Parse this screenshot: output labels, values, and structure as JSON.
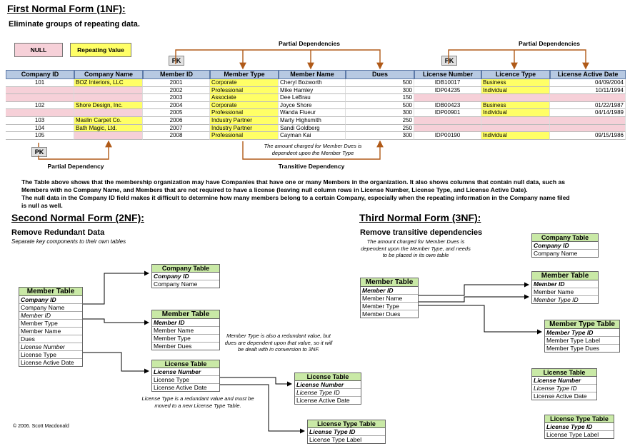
{
  "nf1": {
    "title": "First Normal Form (1NF):",
    "subtitle": "Eliminate groups of repeating data.",
    "legend_null": "NULL",
    "legend_repeating": "Repeating Value",
    "partial_deps_1": "Partial Dependencies",
    "partial_deps_2": "Partial Dependencies",
    "pk_1": "PK",
    "pk_2": "PK",
    "pk_3": "PK",
    "partial_dep": "Partial Dependency",
    "transitive_dep": "Transitive Dependency",
    "dues_note": "The amount charged for Member Dues is dependent upon the Member Type",
    "columns": [
      "Company ID",
      "Company Name",
      "Member ID",
      "Member Type",
      "Member Name",
      "Dues",
      "License Number",
      "Licence Type",
      "License Active Date"
    ],
    "rows": [
      [
        "101",
        "BOZ Interiors, LLC",
        "2001",
        "Corporate",
        "Cheryl Bozworth",
        "500",
        "IDB10017",
        "Business",
        "04/09/2004"
      ],
      [
        "",
        "",
        "2002",
        "Professional",
        "Mike Hamley",
        "300",
        "IDP04235",
        "Individual",
        "10/11/1994"
      ],
      [
        "",
        "",
        "2003",
        "Associate",
        "Dee LeBrau",
        "150",
        "",
        "",
        ""
      ],
      [
        "102",
        "Shore Design, Inc.",
        "2004",
        "Corporate",
        "Joyce Shore",
        "500",
        "IDB00423",
        "Business",
        "01/22/1987"
      ],
      [
        "",
        "",
        "2005",
        "Professional",
        "Wanda Flueur",
        "300",
        "IDP00901",
        "Individual",
        "04/14/1989"
      ],
      [
        "103",
        "Maslin Carpet Co.",
        "2006",
        "Industry Partner",
        "Marty Highsmith",
        "250",
        "",
        "",
        ""
      ],
      [
        "104",
        "Bath Magic, Ltd.",
        "2007",
        "Industry Partner",
        "Sandi Goldberg",
        "250",
        "",
        "",
        ""
      ],
      [
        "105",
        "",
        "2008",
        "Professional",
        "Cayman Kai",
        "300",
        "IDP00190",
        "Individual",
        "09/15/1986"
      ]
    ],
    "description_1": "The Table above shows that the membership organization may have Companies that have one or many Members in the organization. It also shows columns that contain null data, such as",
    "description_2": "Members with no Company Name, and Members that are not required to have a license (leaving null column rows in License Number, License Type, and License Active Date).",
    "description_3": "The null data in the Company ID field makes it difficult to determine how many members belong to a certain Company, especially when the repeating information in the Company name filed",
    "description_4": "is null as well."
  },
  "nf2": {
    "title": "Second Normal Form (2NF):",
    "subtitle": "Remove Redundant Data",
    "note": "Separate key components to their own tables",
    "member_type_note": "Member Type is also a redundant value, but dues are dependent upon that value, so it will be dealt with in conversion to 3NF.",
    "license_type_note": "License Type is a redundant value and must be moved to a new License Type Table.",
    "member_table": {
      "title": "Member Table",
      "fields": [
        "Company ID",
        "Company Name",
        "Member ID",
        "Member Type",
        "Member Name",
        "Dues",
        "License Number",
        "License Type",
        "License Active Date"
      ]
    },
    "company_table": {
      "title": "Company Table",
      "fields": [
        "Company ID",
        "Company Name"
      ]
    },
    "member_table2": {
      "title": "Member Table",
      "fields": [
        "Member ID",
        "Member Name",
        "Member Type",
        "Member Dues"
      ]
    },
    "license_table": {
      "title": "License Table",
      "fields": [
        "License Number",
        "License Type",
        "License Active Date"
      ]
    },
    "license_table2": {
      "title": "License Table",
      "fields": [
        "License Number",
        "License Type ID",
        "License Active Date"
      ]
    },
    "license_type_table": {
      "title": "License Type Table",
      "fields": [
        "License Type ID",
        "License Type Label"
      ]
    }
  },
  "nf3": {
    "title": "Third Normal Form (3NF):",
    "subtitle": "Remove transitive dependencies",
    "note": "The amount charged for Member Dues is dependent upon the Member Type, and needs to be placed in its own table",
    "member_table": {
      "title": "Member Table",
      "fields": [
        "Member ID",
        "Member Name",
        "Member Type",
        "Member Dues"
      ]
    },
    "company_table": {
      "title": "Company Table",
      "fields": [
        "Company ID",
        "Company Name"
      ]
    },
    "member_table2": {
      "title": "Member Table",
      "fields": [
        "Member ID",
        "Member Name",
        "Member Type ID"
      ]
    },
    "member_type_table": {
      "title": "Member Type Table",
      "fields": [
        "Member Type ID",
        "Member Type Label",
        "Member Type Dues"
      ]
    },
    "license_table": {
      "title": "License Table",
      "fields": [
        "License Number",
        "License Type ID",
        "License Active Date"
      ]
    },
    "license_type_table": {
      "title": "License Type Table",
      "fields": [
        "License Type ID",
        "License Type Label"
      ]
    }
  },
  "copyright": "© 2006. Scott Macdonald",
  "colors": {
    "header_blue": "#b7c9e2",
    "repeating_yellow": "#ffff66",
    "null_pink": "#f6d0d8",
    "table_green": "#c9e9a6",
    "arrow_brown": "#b05a18"
  }
}
